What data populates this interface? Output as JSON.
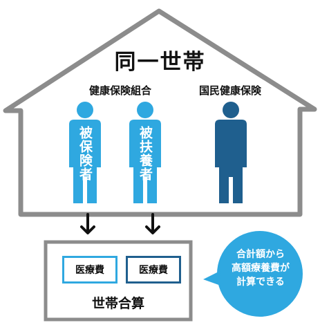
{
  "diagram": {
    "title": "同一世帯",
    "groups": [
      {
        "label": "健康保険組合"
      },
      {
        "label": "国民健康保険"
      }
    ],
    "persons": [
      {
        "label": "被保険者",
        "color": "#2fa8e0"
      },
      {
        "label": "被扶養者",
        "color": "#2fa8e0"
      },
      {
        "label": "",
        "color": "#1f5f8e"
      }
    ],
    "medical_costs": [
      {
        "label": "医療費",
        "border_color": "#2fa8e0"
      },
      {
        "label": "医療費",
        "border_color": "#1f5f8e"
      }
    ],
    "total_label": "世帯合算",
    "bubble": {
      "lines": [
        "合計額から",
        "高額療養費が",
        "計算できる"
      ],
      "color": "#2fa8e0"
    },
    "colors": {
      "house_outline": "#8c8c8c",
      "arrow": "#111111",
      "light_blue": "#2fa8e0",
      "dark_blue": "#1f5f8e"
    }
  }
}
